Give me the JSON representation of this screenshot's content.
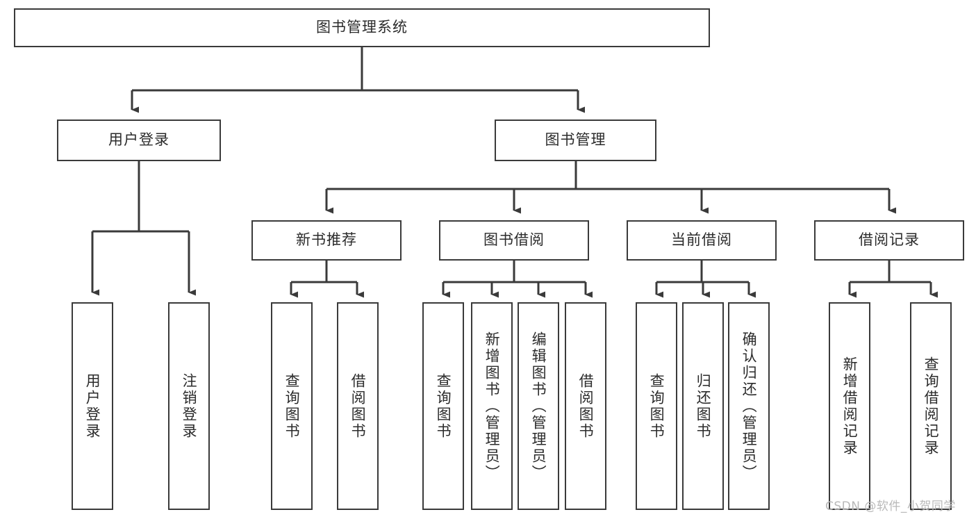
{
  "diagram": {
    "title": "图书管理系统",
    "type": "tree-hierarchy",
    "watermark": "CSDN @软件_小贺同学",
    "colors": {
      "stroke": "#3a3a3a",
      "text": "#2b2b2b",
      "background": "#ffffff",
      "watermark": "#b9b9b9"
    },
    "root": {
      "label": "图书管理系统",
      "orientation": "horizontal"
    },
    "level2": [
      {
        "label": "用户登录",
        "orientation": "horizontal"
      },
      {
        "label": "图书管理",
        "orientation": "horizontal"
      }
    ],
    "level3": [
      {
        "label": "新书推荐",
        "orientation": "horizontal"
      },
      {
        "label": "图书借阅",
        "orientation": "horizontal"
      },
      {
        "label": "当前借阅",
        "orientation": "horizontal"
      },
      {
        "label": "借阅记录",
        "orientation": "horizontal"
      }
    ],
    "leaves": {
      "user_login": [
        {
          "label": "用户登录",
          "orientation": "vertical"
        },
        {
          "label": "注销登录",
          "orientation": "vertical"
        }
      ],
      "new_book_recommend": [
        {
          "label": "查询图书",
          "orientation": "vertical"
        },
        {
          "label": "借阅图书",
          "orientation": "vertical"
        }
      ],
      "book_borrow": [
        {
          "label": "查询图书",
          "orientation": "vertical"
        },
        {
          "label": "新增图书（管理员）",
          "orientation": "vertical"
        },
        {
          "label": "编辑图书（管理员）",
          "orientation": "vertical"
        },
        {
          "label": "借阅图书",
          "orientation": "vertical"
        }
      ],
      "current_borrow": [
        {
          "label": "查询图书",
          "orientation": "vertical"
        },
        {
          "label": "归还图书",
          "orientation": "vertical"
        },
        {
          "label": "确认归还（管理员）",
          "orientation": "vertical"
        }
      ],
      "borrow_record": [
        {
          "label": "新增借阅记录",
          "orientation": "vertical"
        },
        {
          "label": "查询借阅记录",
          "orientation": "vertical"
        }
      ]
    }
  }
}
